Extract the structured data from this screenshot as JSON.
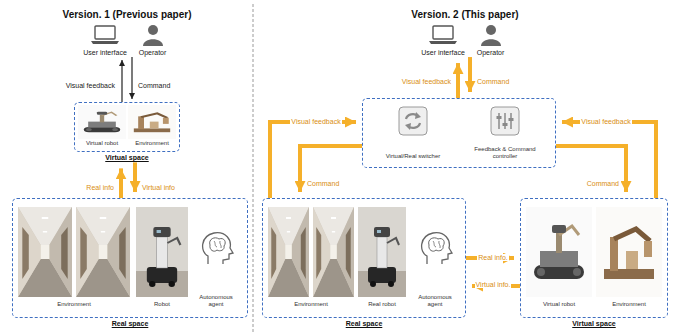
{
  "diagram": {
    "nodes": [
      {
        "text": [
          "User interface",
          "Operator"
        ]
      },
      {
        "text": [
          "Virtual space"
        ]
      },
      {
        "text": [
          "Virtual robot"
        ],
        "in": 1
      },
      {
        "text": [
          "Environment"
        ],
        "in": 1
      },
      {
        "text": [
          "Real space"
        ]
      },
      {
        "text": [
          "Environment"
        ],
        "in": 4
      },
      {
        "text": [
          "Robot"
        ],
        "in": 4
      },
      {
        "text": [
          "Autonomous agent"
        ],
        "in": 4
      },
      {
        "text": [
          "User interface",
          "Operator"
        ]
      },
      {
        "text": []
      },
      {
        "text": [
          "Virtual/Real switcher"
        ],
        "in": 9
      },
      {
        "text": [
          "Feedback & Command controller"
        ],
        "in": 9
      },
      {
        "text": [
          "Real space"
        ]
      },
      {
        "text": [
          "Environment"
        ],
        "in": 12
      },
      {
        "text": [
          "Real robot"
        ],
        "in": 12
      },
      {
        "text": [
          "Autonomous agent"
        ],
        "in": 12
      },
      {
        "text": [
          "Virtual space"
        ]
      },
      {
        "text": [
          "Virtual robot"
        ],
        "in": 16
      },
      {
        "text": [
          "Environment"
        ],
        "in": 16
      }
    ],
    "edges": [
      {
        "from": 1,
        "to": 0,
        "label": "Visual feedback",
        "arrow": "to"
      },
      {
        "from": 0,
        "to": 1,
        "label": "Command",
        "arrow": "to"
      },
      {
        "from": 4,
        "to": 1,
        "label": "Real info",
        "arrow": "to"
      },
      {
        "from": 1,
        "to": 4,
        "label": "Virtual info",
        "arrow": "to"
      },
      {
        "from": 9,
        "to": 8,
        "label": "Visual feedback",
        "arrow": "to"
      },
      {
        "from": 8,
        "to": 9,
        "label": "Command",
        "arrow": "to"
      },
      {
        "from": 12,
        "to": 9,
        "label": "Visual feedback",
        "arrow": "to"
      },
      {
        "from": 9,
        "to": 12,
        "label": "Command",
        "arrow": "to"
      },
      {
        "from": 16,
        "to": 9,
        "label": "Visual feedback",
        "arrow": "to"
      },
      {
        "from": 9,
        "to": 16,
        "label": "Command",
        "arrow": "to"
      },
      {
        "from": 12,
        "to": 16,
        "label": "Real info.",
        "arrow": "to"
      },
      {
        "from": 16,
        "to": 12,
        "label": "Virtual info.",
        "arrow": "to"
      }
    ],
    "labels": [
      "Version. 1 (Previous paper)",
      "Version. 2 (This paper)"
    ]
  }
}
